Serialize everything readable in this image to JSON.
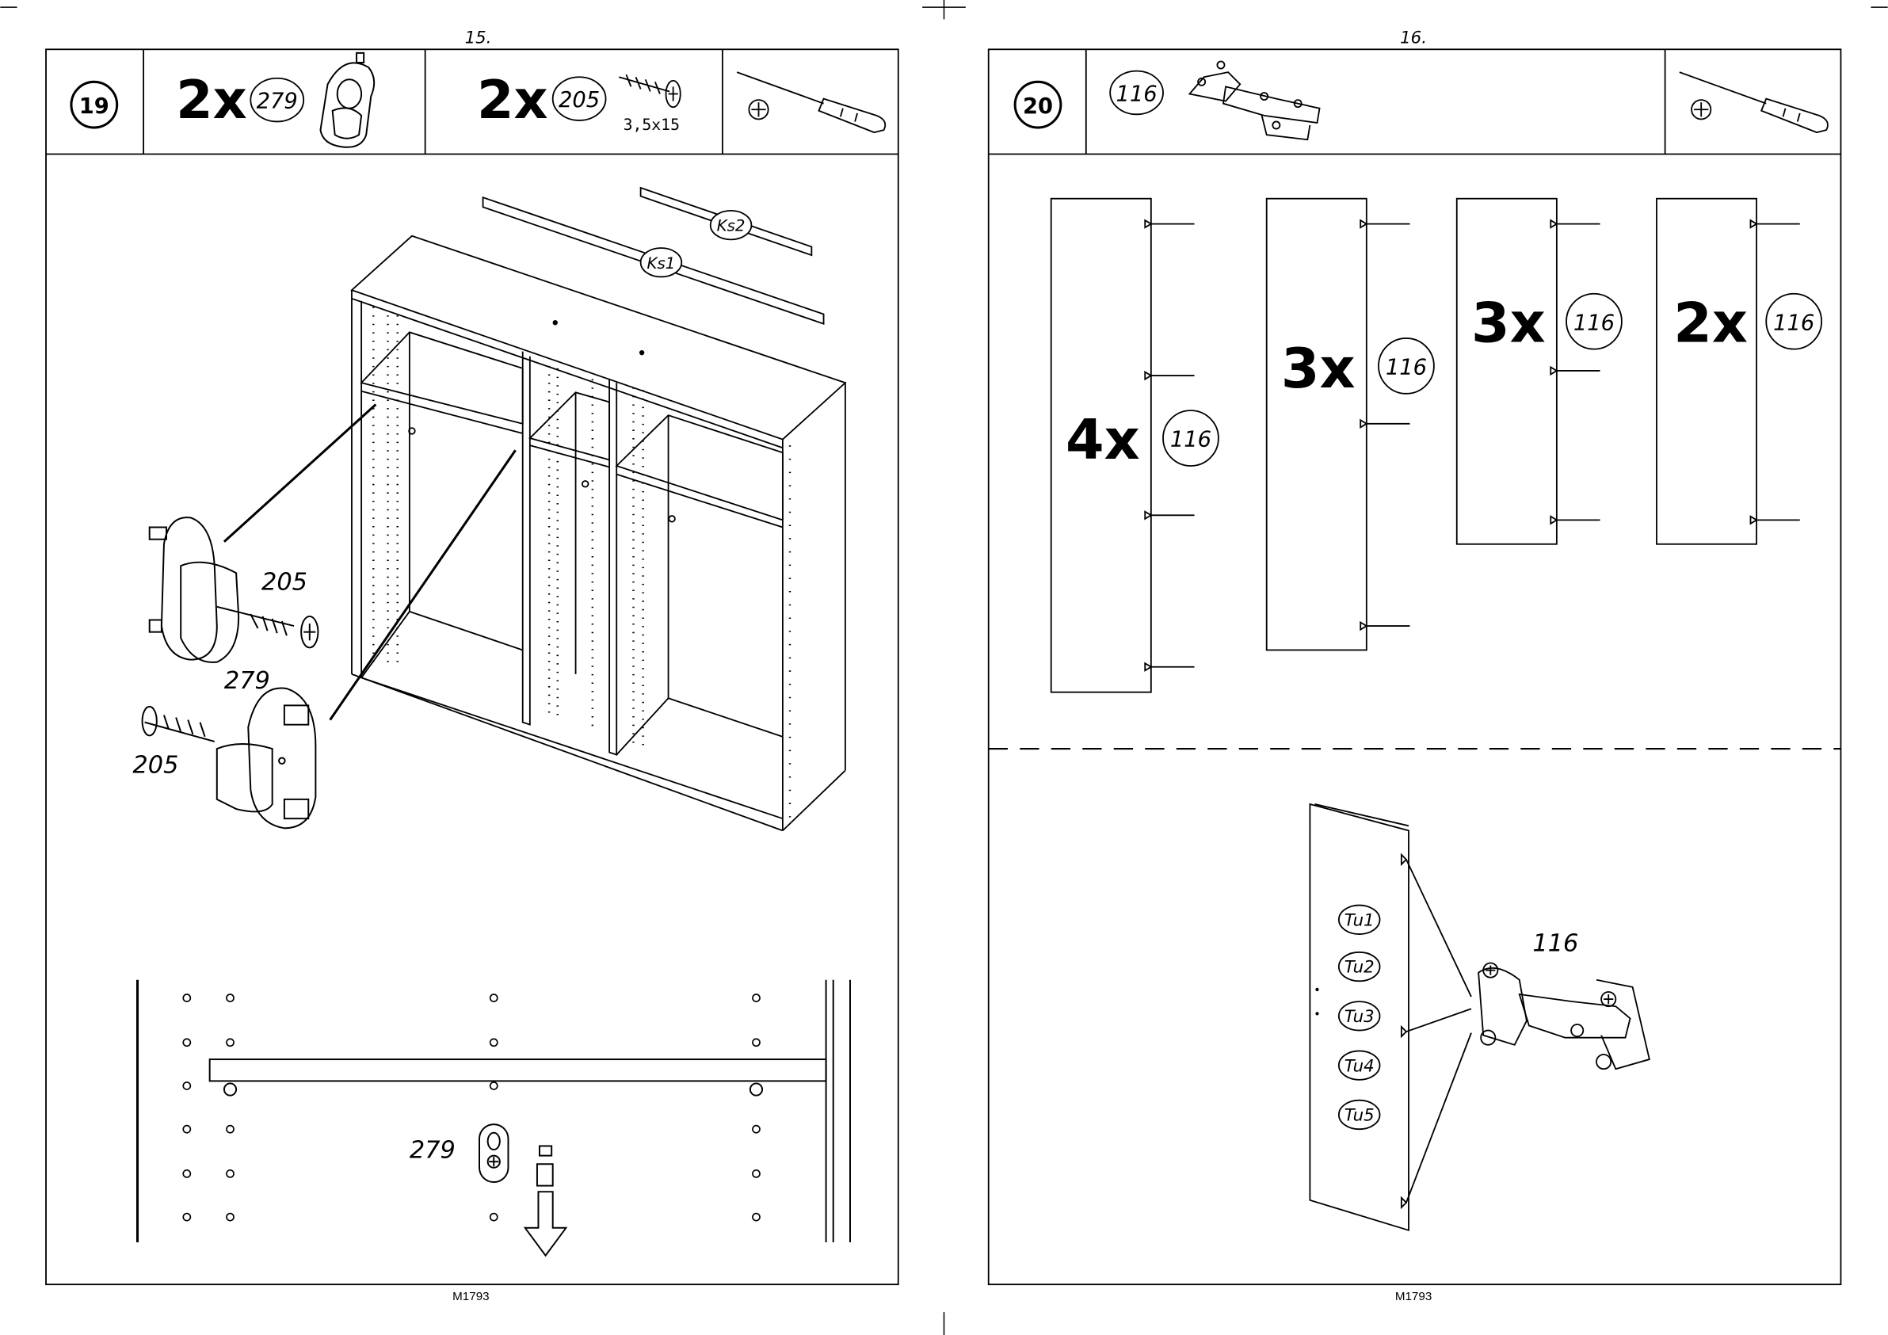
{
  "left_page": {
    "page_number": "15.",
    "footer_code": "M1793",
    "step": {
      "number": "19",
      "parts": [
        {
          "qty": "2x",
          "id": "279"
        },
        {
          "qty": "2x",
          "id": "205",
          "size": "3,5x15"
        }
      ],
      "tool": "screwdriver-icon"
    },
    "labels": {
      "ks1": "Ks1",
      "ks2": "Ks2",
      "screw_a": "205",
      "holder_a": "279",
      "screw_b": "205",
      "holder_detail": "279"
    }
  },
  "right_page": {
    "page_number": "16.",
    "footer_code": "M1793",
    "step": {
      "number": "20",
      "part_id": "116",
      "tool": "screwdriver-icon"
    },
    "doors": [
      {
        "qty": "4x",
        "id": "116"
      },
      {
        "qty": "3x",
        "id": "116"
      },
      {
        "qty": "3x",
        "id": "116"
      },
      {
        "qty": "2x",
        "id": "116"
      }
    ],
    "door_labels": [
      "Tu1",
      "Tu2",
      "Tu3",
      "Tu4",
      "Tu5"
    ],
    "hinge_label": "116"
  }
}
